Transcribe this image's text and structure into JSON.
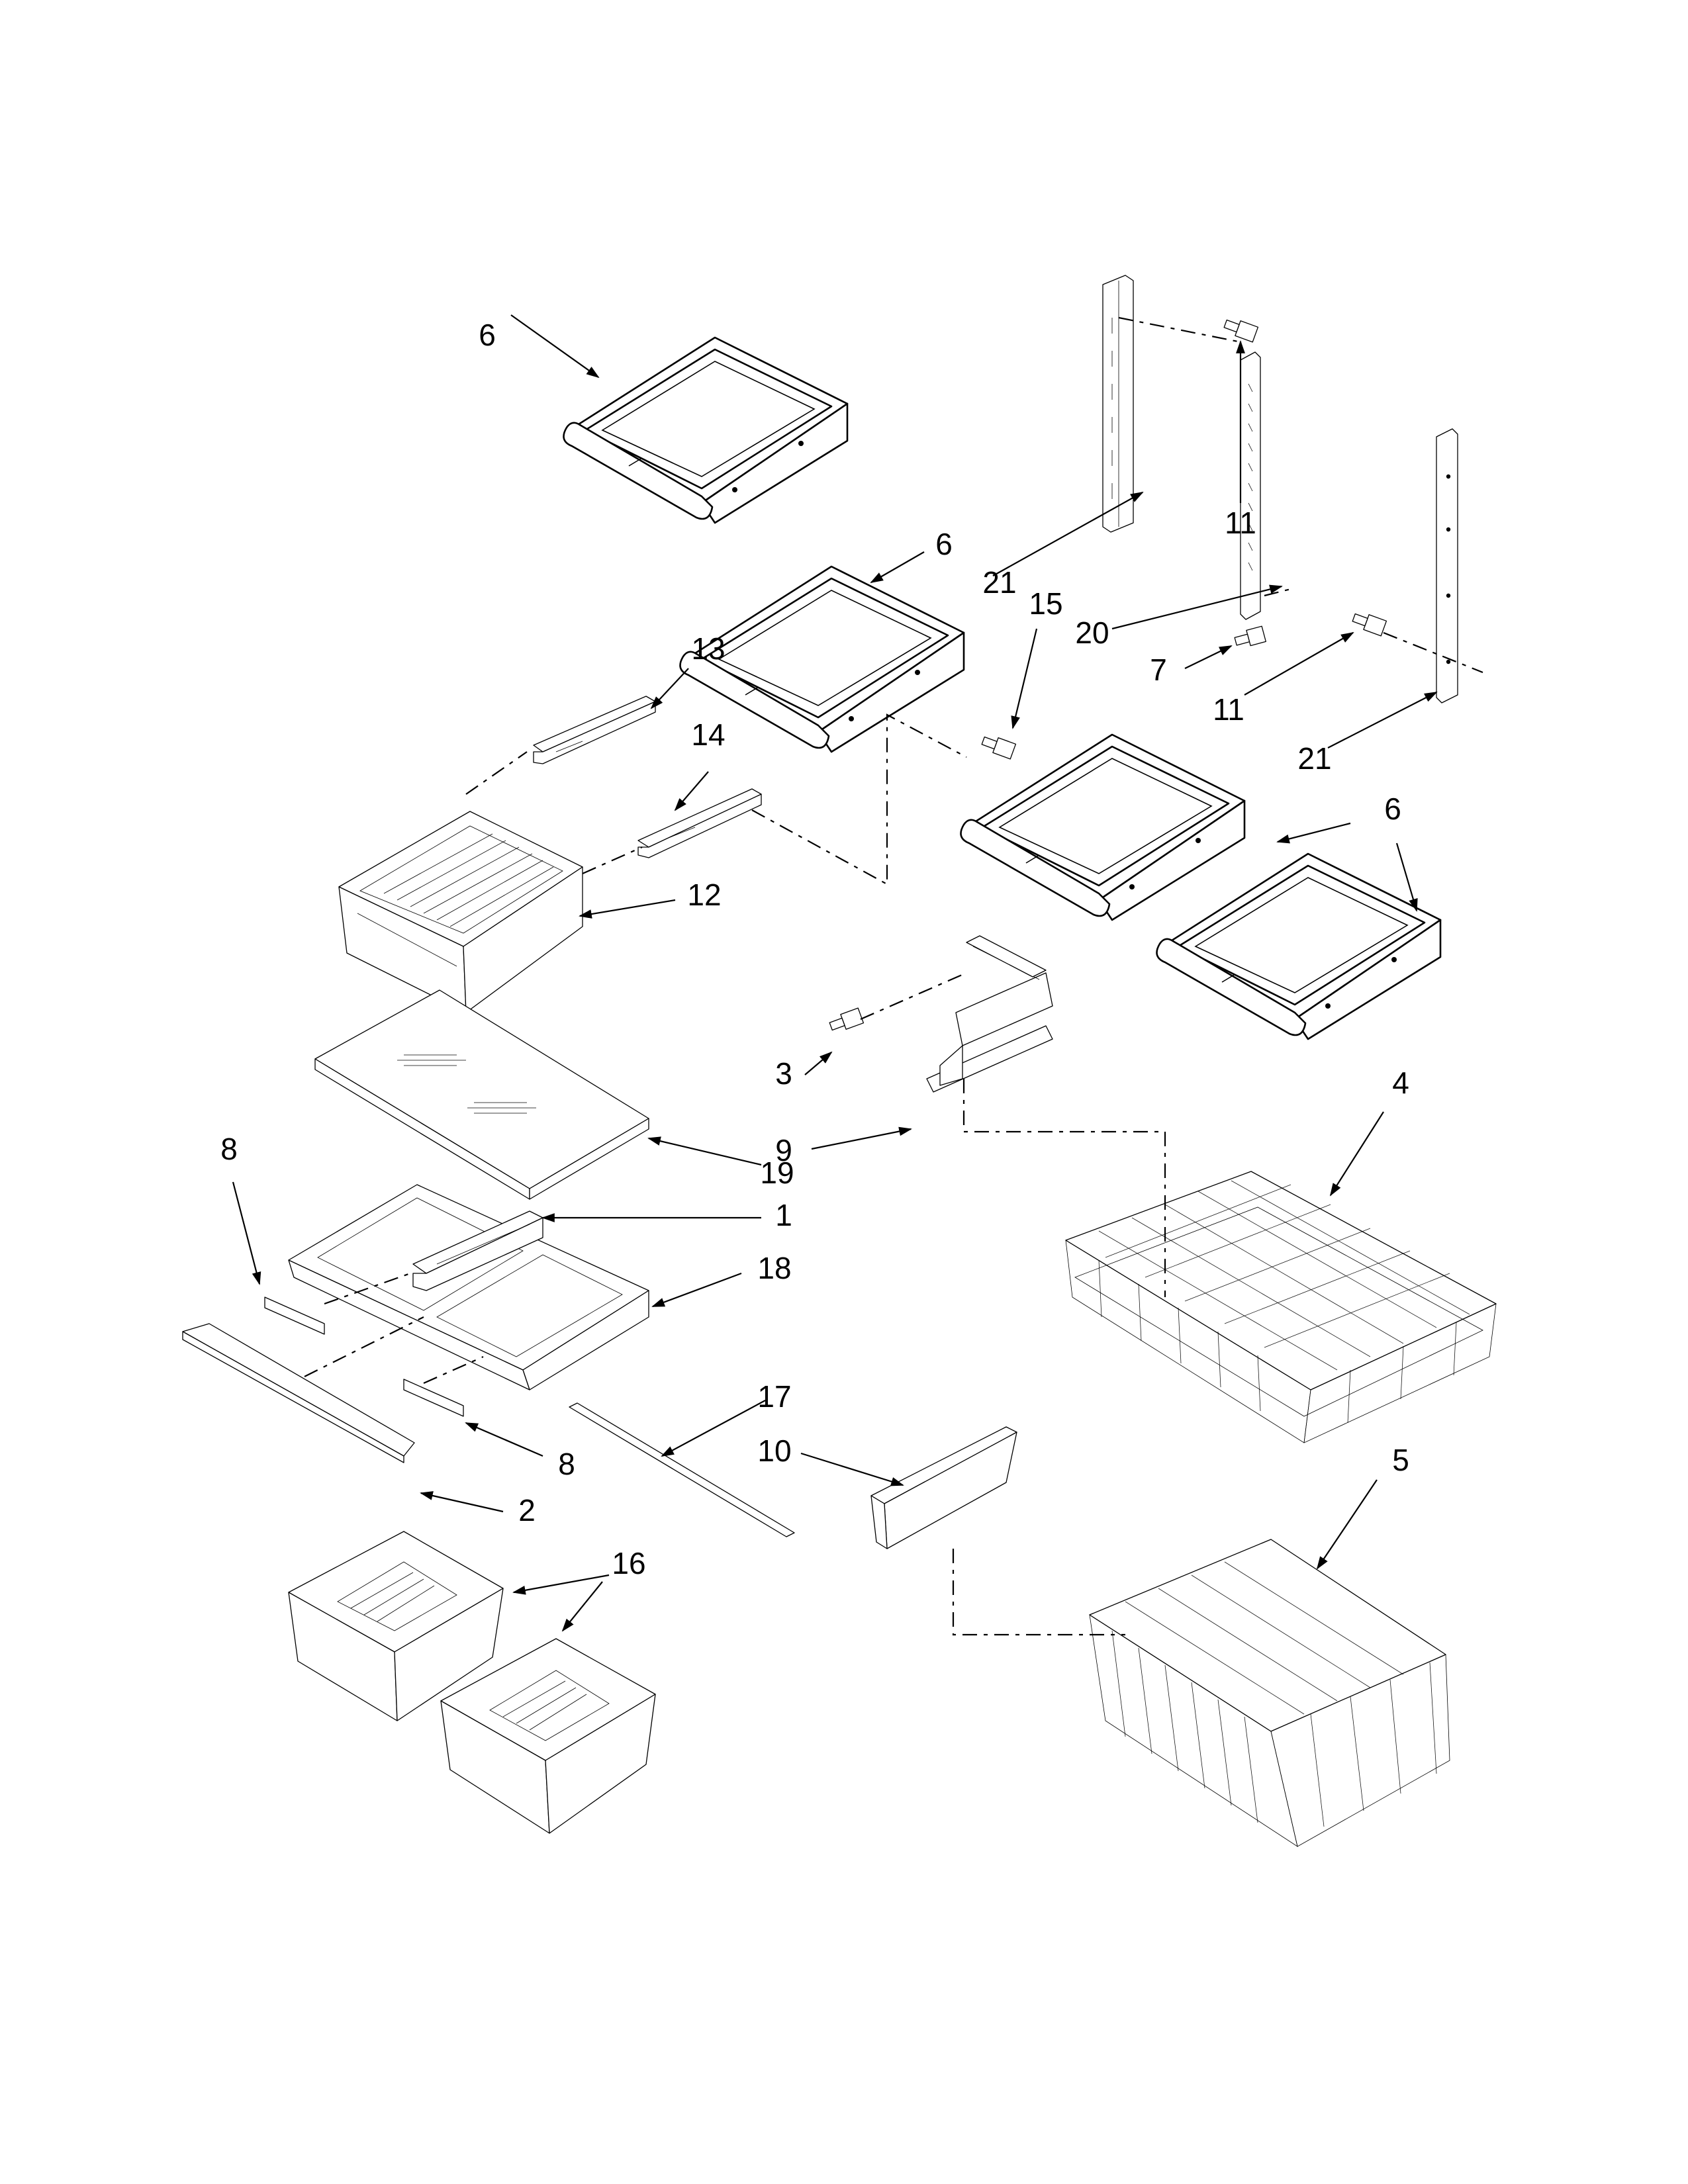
{
  "callouts": [
    {
      "id": "c6a",
      "text": "6"
    },
    {
      "id": "c6b",
      "text": "6"
    },
    {
      "id": "c6c",
      "text": "6"
    },
    {
      "id": "c21a",
      "text": "21"
    },
    {
      "id": "c15",
      "text": "15"
    },
    {
      "id": "c11a",
      "text": "11"
    },
    {
      "id": "c20",
      "text": "20"
    },
    {
      "id": "c7",
      "text": "7"
    },
    {
      "id": "c11b",
      "text": "11"
    },
    {
      "id": "c21b",
      "text": "21"
    },
    {
      "id": "c13",
      "text": "13"
    },
    {
      "id": "c14",
      "text": "14"
    },
    {
      "id": "c12",
      "text": "12"
    },
    {
      "id": "c3",
      "text": "3"
    },
    {
      "id": "c9",
      "text": "9"
    },
    {
      "id": "c4",
      "text": "4"
    },
    {
      "id": "c19",
      "text": "19"
    },
    {
      "id": "c8a",
      "text": "8"
    },
    {
      "id": "c1",
      "text": "1"
    },
    {
      "id": "c18",
      "text": "18"
    },
    {
      "id": "c8b",
      "text": "8"
    },
    {
      "id": "c17",
      "text": "17"
    },
    {
      "id": "c10",
      "text": "10"
    },
    {
      "id": "c5",
      "text": "5"
    },
    {
      "id": "c2",
      "text": "2"
    },
    {
      "id": "c16",
      "text": "16"
    }
  ]
}
